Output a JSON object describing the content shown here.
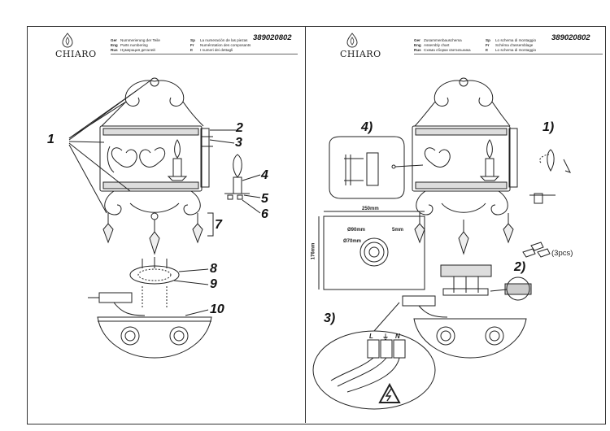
{
  "header": {
    "brand": "CHIARO",
    "doc_code": "389020802",
    "left_lines": [
      {
        "lang": "Ger",
        "text": "Nummerierung der Teile"
      },
      {
        "lang": "Eng",
        "text": "Parts numbering"
      },
      {
        "lang": "Rus",
        "text": "Нумерация деталей"
      }
    ],
    "left_lines2": [
      {
        "lang": "Sp",
        "text": "La numeración de las piezas"
      },
      {
        "lang": "Fr",
        "text": "Numérotation des composants"
      },
      {
        "lang": "It",
        "text": "I numeri dei dettagli"
      }
    ],
    "right_lines": [
      {
        "lang": "Ger",
        "text": "Zusammenbauschema"
      },
      {
        "lang": "Eng",
        "text": "Assembly chart"
      },
      {
        "lang": "Rus",
        "text": "Схема сборки светильника"
      }
    ],
    "right_lines2": [
      {
        "lang": "Sp",
        "text": "Lo schema di montaggio"
      },
      {
        "lang": "Fr",
        "text": "Schéma d'assemblage"
      },
      {
        "lang": "It",
        "text": "Lo schema di montaggio"
      }
    ]
  },
  "parts": [
    "1",
    "2",
    "3",
    "4",
    "5",
    "6",
    "7",
    "8",
    "9",
    "10"
  ],
  "steps": [
    "1)",
    "2)",
    "3)",
    "4)"
  ],
  "plate": {
    "width": "250mm",
    "height": "176mm",
    "d1": "Ø90mm",
    "d2": "Ø70mm",
    "gap": "5mm"
  },
  "wiring": {
    "l": "L",
    "n": "N",
    "earth": "⏚"
  },
  "screws_qty": "(3pcs)"
}
